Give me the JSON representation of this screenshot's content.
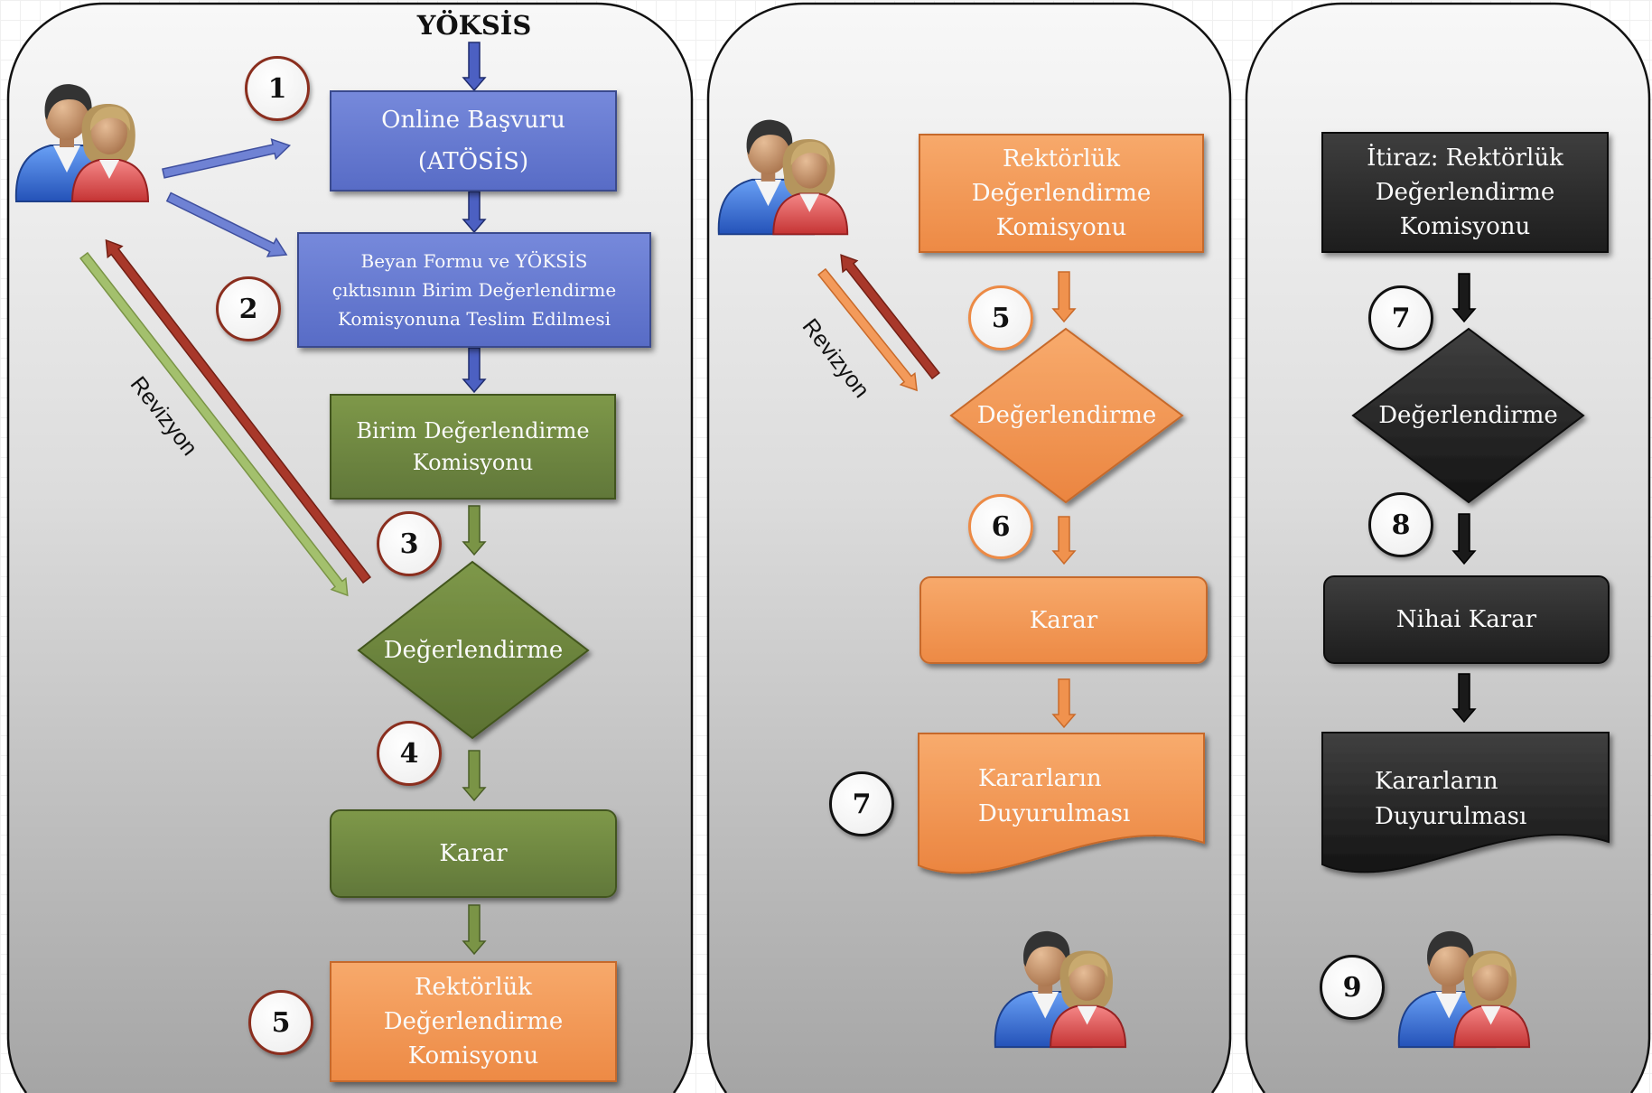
{
  "diagram": {
    "source_system": "YÖKSİS",
    "applicant_icon": "people-icon"
  },
  "unit_stage": {
    "online_application": [
      "Online Başvuru",
      "(ATÖSİS)"
    ],
    "submission": [
      "Beyan Formu ve YÖKSİS",
      "çıktısının Birim Değerlendirme",
      "Komisyonuna Teslim Edilmesi"
    ],
    "committee": [
      "Birim Değerlendirme",
      "Komisyonu"
    ],
    "evaluation": "Değerlendirme",
    "decision": "Karar",
    "next_committee": [
      "Rektörlük",
      "Değerlendirme",
      "Komisyonu"
    ],
    "revision": "Revizyon",
    "steps": [
      "1",
      "2",
      "3",
      "4",
      "5"
    ]
  },
  "rectorate_stage": {
    "committee": [
      "Rektörlük",
      "Değerlendirme",
      "Komisyonu"
    ],
    "evaluation": "Değerlendirme",
    "decision": "Karar",
    "announcement": [
      "Kararların",
      "Duyurulması"
    ],
    "revision": "Revizyon",
    "steps": [
      "5",
      "6",
      "7"
    ]
  },
  "objection_stage": {
    "committee": [
      "İtiraz: Rektörlük",
      "Değerlendirme",
      "Komisyonu"
    ],
    "evaluation": "Değerlendirme",
    "final_decision": "Nihai Karar",
    "announcement": [
      "Kararların",
      "Duyurulması"
    ],
    "steps": [
      "7",
      "8",
      "9"
    ]
  },
  "colors": {
    "application": "#6b7fd3",
    "unit": "#6f8a3e",
    "rectorate": "#f39a5a",
    "objection": "#2b2b2b",
    "revision_return": "#a8382a",
    "panel_background": "#d9d9d9"
  }
}
